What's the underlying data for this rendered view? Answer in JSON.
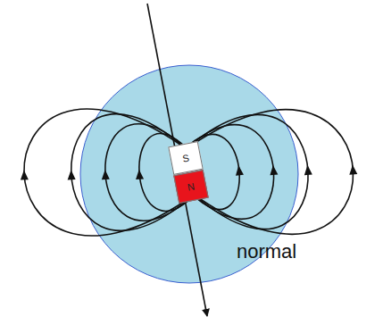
{
  "diagram": {
    "nodes": [
      {
        "text": [
          "S"
        ]
      },
      {
        "text": [
          "N"
        ]
      }
    ],
    "labels": [
      "normal"
    ]
  }
}
